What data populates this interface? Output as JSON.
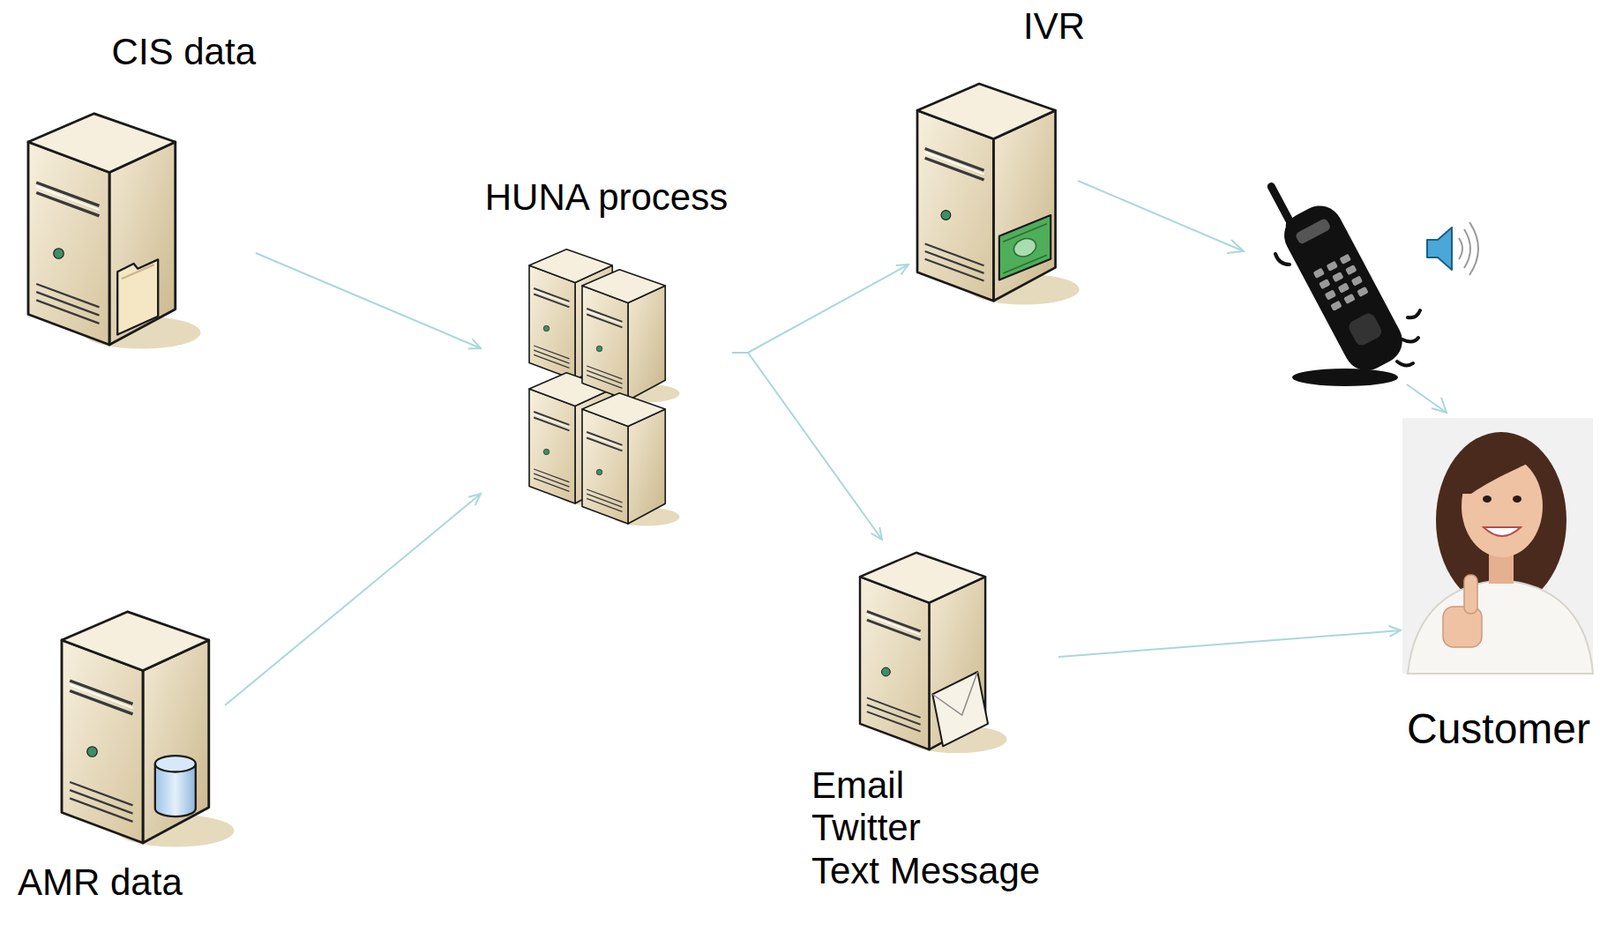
{
  "diagram": {
    "nodes": [
      {
        "text": [
          "CIS data"
        ]
      },
      {
        "text": [
          "AMR data"
        ]
      },
      {
        "text": [
          "HUNA process"
        ]
      },
      {
        "text": [
          "IVR"
        ]
      },
      {
        "text": [
          "Email",
          "Twitter",
          "Text Message"
        ]
      },
      {
        "text": [
          "Customer"
        ]
      }
    ],
    "edges": [
      {
        "from": 0,
        "to": 2,
        "arrow": "to"
      },
      {
        "from": 1,
        "to": 2,
        "arrow": "to"
      },
      {
        "from": 2,
        "to": 3,
        "arrow": "to"
      },
      {
        "from": 2,
        "to": 4,
        "arrow": "to"
      },
      {
        "from": 4,
        "to": 5,
        "arrow": "to"
      }
    ]
  }
}
